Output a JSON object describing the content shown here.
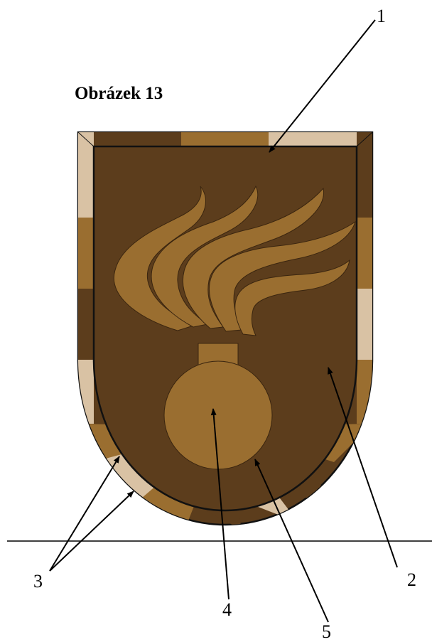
{
  "figure": {
    "title": "Obrázek 13"
  },
  "callouts": {
    "c1": "1",
    "c2": "2",
    "c3": "3",
    "c4": "4",
    "c5": "5"
  },
  "colors": {
    "field": "#5c3d1c",
    "charge": "#9a6e30",
    "border_dark": "#5c3d1c",
    "border_gold": "#9a6e30",
    "border_light": "#d9c2a4",
    "outline": "#111111"
  },
  "icons": {
    "emblem": "flaming-grenade-icon",
    "shield": "shield-icon"
  }
}
